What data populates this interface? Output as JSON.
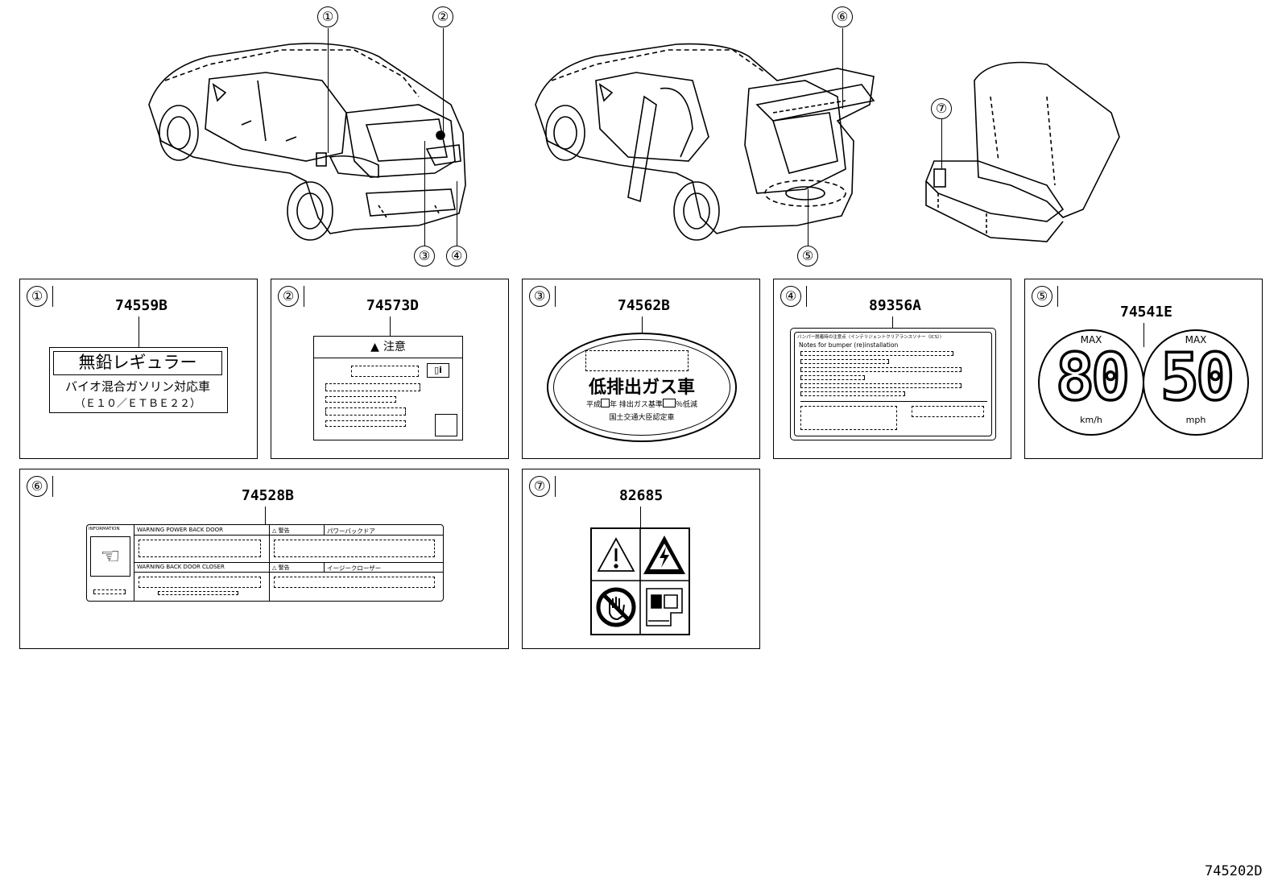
{
  "diagram_code": "745202D",
  "callouts": [
    "①",
    "②",
    "③",
    "④",
    "⑤",
    "⑥",
    "⑦"
  ],
  "panels": [
    {
      "number": "①",
      "part_no": "74559B",
      "label_lines": [
        "無鉛レギュラー",
        "バイオ混合ガソリン対応車",
        "（Ｅ１０／ＥＴＢＥ２２）"
      ]
    },
    {
      "number": "②",
      "part_no": "74573D",
      "caution_title": "注意"
    },
    {
      "number": "③",
      "part_no": "74562B",
      "main_text": "低排出ガス車",
      "sub_line_parts": [
        "平成",
        "年 排出ガス基準",
        "％低減"
      ],
      "bottom_line": "国土交通大臣認定車"
    },
    {
      "number": "④",
      "part_no": "89356A",
      "header_line": "バンパー脱着時の注意点〈インテリジェントクリアランスソナー（ICS）〉",
      "notes_line": "Notes for bumper (re)installation"
    },
    {
      "number": "⑤",
      "part_no": "74541E",
      "signs": [
        {
          "top": "MAX",
          "value": "80",
          "unit": "km/h"
        },
        {
          "top": "MAX",
          "value": "50",
          "unit": "mph"
        }
      ]
    },
    {
      "number": "⑥",
      "part_no": "74528B",
      "rows": [
        {
          "en": "WARNING POWER BACK DOOR",
          "jp_warn": "警告",
          "jp_title": "パワーバックドア"
        },
        {
          "en": "WARNING BACK DOOR CLOSER",
          "jp_warn": "警告",
          "jp_title": "イージークローザー"
        }
      ],
      "side_label": "INFORMATION"
    },
    {
      "number": "⑦",
      "part_no": "82685"
    }
  ]
}
